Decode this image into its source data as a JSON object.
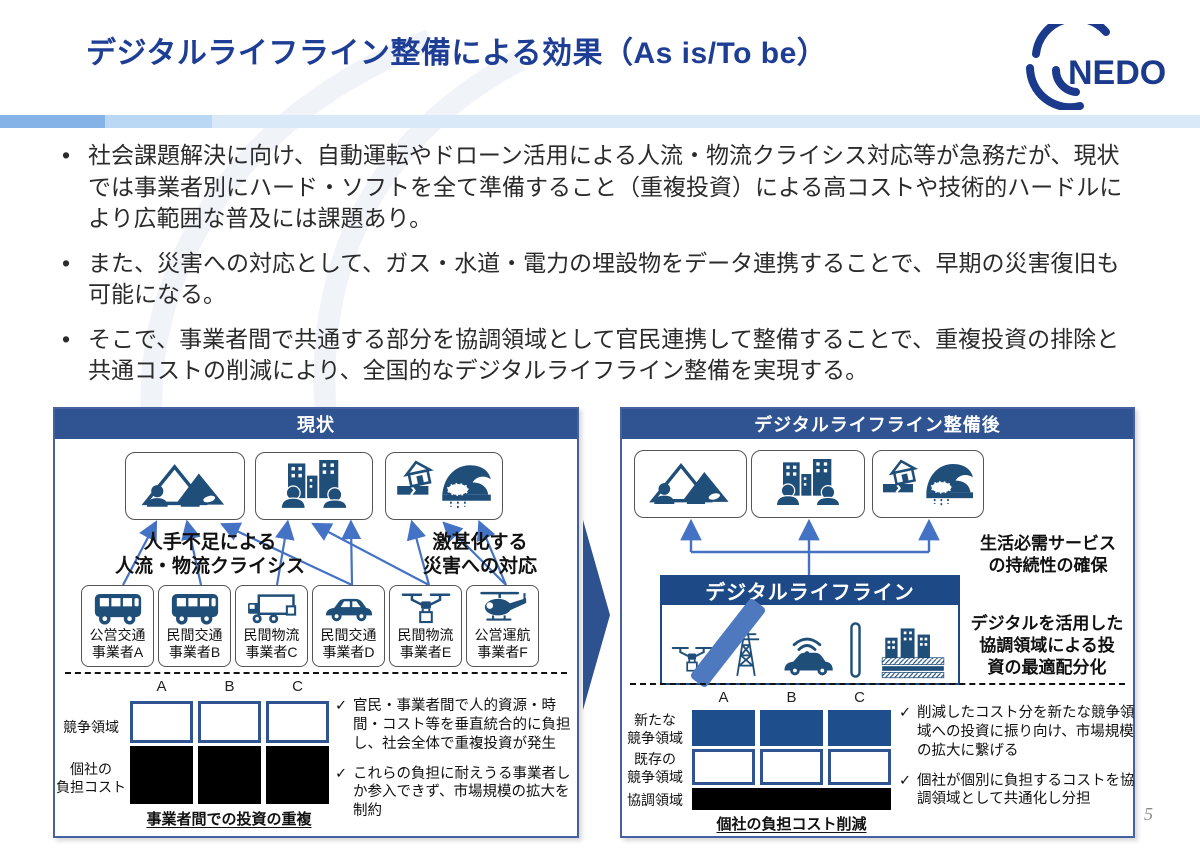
{
  "glyphs": {
    "check": "✓",
    "bullet": "•"
  },
  "colors": {
    "navy": "#1f4e79",
    "header_blue": "#2f5491",
    "band_blue": "#1d4a87",
    "arrow_blue": "#4472c4",
    "title_blue": "#1e3e96"
  },
  "header": {
    "title": "デジタルライフライン整備による効果（As is/To be）",
    "logo": "NEDO",
    "page_number": "5"
  },
  "bullets": [
    "社会課題解決に向け、自動運転やドローン活用による人流・物流クライシス対応等が急務だが、現状では事業者別にハード・ソフトを全て準備すること（重複投資）による高コストや技術的ハードルにより広範囲な普及には課題あり。",
    "また、災害への対応として、ガス・水道・電力の埋設物をデータ連携することで、早期の災害復旧も可能になる。",
    "そこで、事業者間で共通する部分を協調領域として官民連携して整備することで、重複投資の排除と共通コストの削減により、全国的なデジタルライフライン整備を実現する。"
  ],
  "left_panel": {
    "header": "現状",
    "impact_icons": [
      "rural-population-icon",
      "urban-population-icon",
      "disaster-icon"
    ],
    "crisis_left": [
      "人手不足による",
      "人流・物流クライシス"
    ],
    "crisis_right": [
      "激甚化する",
      "災害への対応"
    ],
    "operators": [
      {
        "icon": "bus-icon",
        "line1": "公営交通",
        "line2": "事業者A"
      },
      {
        "icon": "bus-icon",
        "line1": "民間交通",
        "line2": "事業者B"
      },
      {
        "icon": "truck-icon",
        "line1": "民間物流",
        "line2": "事業者C"
      },
      {
        "icon": "car-icon",
        "line1": "民間交通",
        "line2": "事業者D"
      },
      {
        "icon": "drone-icon",
        "line1": "民間物流",
        "line2": "事業者E"
      },
      {
        "icon": "helicopter-icon",
        "line1": "公営運航",
        "line2": "事業者F"
      }
    ],
    "columns": [
      "A",
      "B",
      "C"
    ],
    "row1_label": "競争領域",
    "row2_label": [
      "個社の",
      "負担コスト"
    ],
    "caption": "事業者間での投資の重複",
    "checks": [
      "官民・事業者間で人的資源・時間・コスト等を垂直統合的に負担し、社会全体で重複投資が発生",
      "これらの負担に耐えうる事業者しか参入できず、市場規模の拡大を制約"
    ]
  },
  "right_panel": {
    "header": "デジタルライフライン整備後",
    "impact_icons": [
      "rural-population-icon",
      "urban-population-icon",
      "disaster-icon"
    ],
    "band_title": "デジタルライフライン",
    "band_icons": [
      "drone-icon",
      "road-icon",
      "transmission-tower-icon",
      "connected-car-icon",
      "antenna-pole-icon",
      "buildings-infrastructure-icon"
    ],
    "side_top": [
      "生活必需サービス",
      "の持続性の確保"
    ],
    "side_bottom": [
      "デジタルを活用した",
      "協調領域による投",
      "資の最適配分化"
    ],
    "columns": [
      "A",
      "B",
      "C"
    ],
    "row1_label": [
      "新たな",
      "競争領域"
    ],
    "row2_label": [
      "既存の",
      "競争領域"
    ],
    "row3_label": "協調領域",
    "caption": "個社の負担コスト削減",
    "checks": [
      "削減したコスト分を新たな競争領域への投資に振り向け、市場規模の拡大に繋げる",
      "個社が個別に負担するコストを協調領域として共通化し分担"
    ]
  }
}
